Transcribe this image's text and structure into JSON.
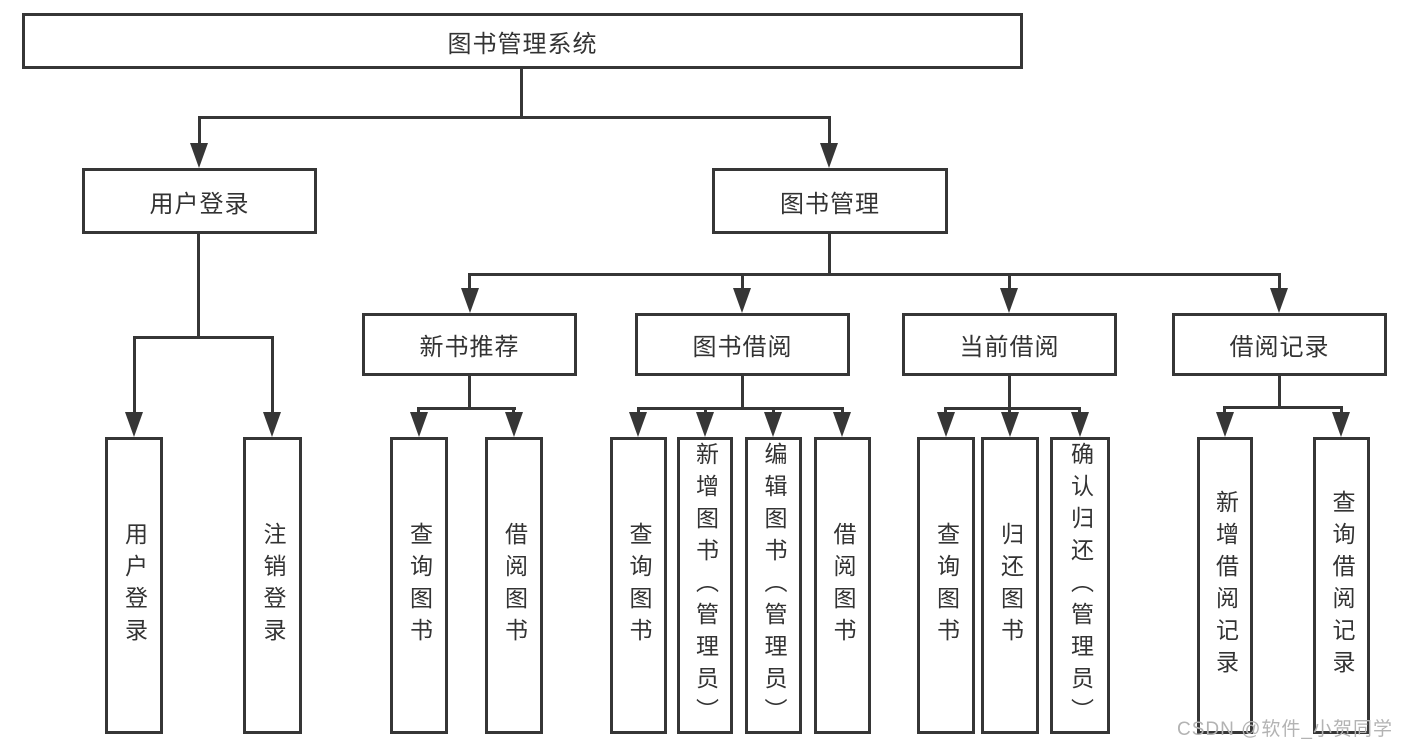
{
  "tree": {
    "label": "图书管理系统",
    "children": [
      {
        "label": "用户登录",
        "children": [
          {
            "label": "用户登录"
          },
          {
            "label": "注销登录"
          }
        ]
      },
      {
        "label": "图书管理",
        "children": [
          {
            "label": "新书推荐",
            "children": [
              {
                "label": "查询图书"
              },
              {
                "label": "借阅图书"
              }
            ]
          },
          {
            "label": "图书借阅",
            "children": [
              {
                "label": "查询图书"
              },
              {
                "label": "新增图书（管理员）"
              },
              {
                "label": "编辑图书（管理员）"
              },
              {
                "label": "借阅图书"
              }
            ]
          },
          {
            "label": "当前借阅",
            "children": [
              {
                "label": "查询图书"
              },
              {
                "label": "归还图书"
              },
              {
                "label": "确认归还（管理员）"
              }
            ]
          },
          {
            "label": "借阅记录",
            "children": [
              {
                "label": "新增借阅记录"
              },
              {
                "label": "查询借阅记录"
              }
            ]
          }
        ]
      }
    ]
  },
  "watermark": {
    "text": "CSDN @软件_小贺同学"
  },
  "colors": {
    "line": "#363636",
    "text": "#333333",
    "watermark": "#b3b3b3",
    "background": "#ffffff"
  }
}
